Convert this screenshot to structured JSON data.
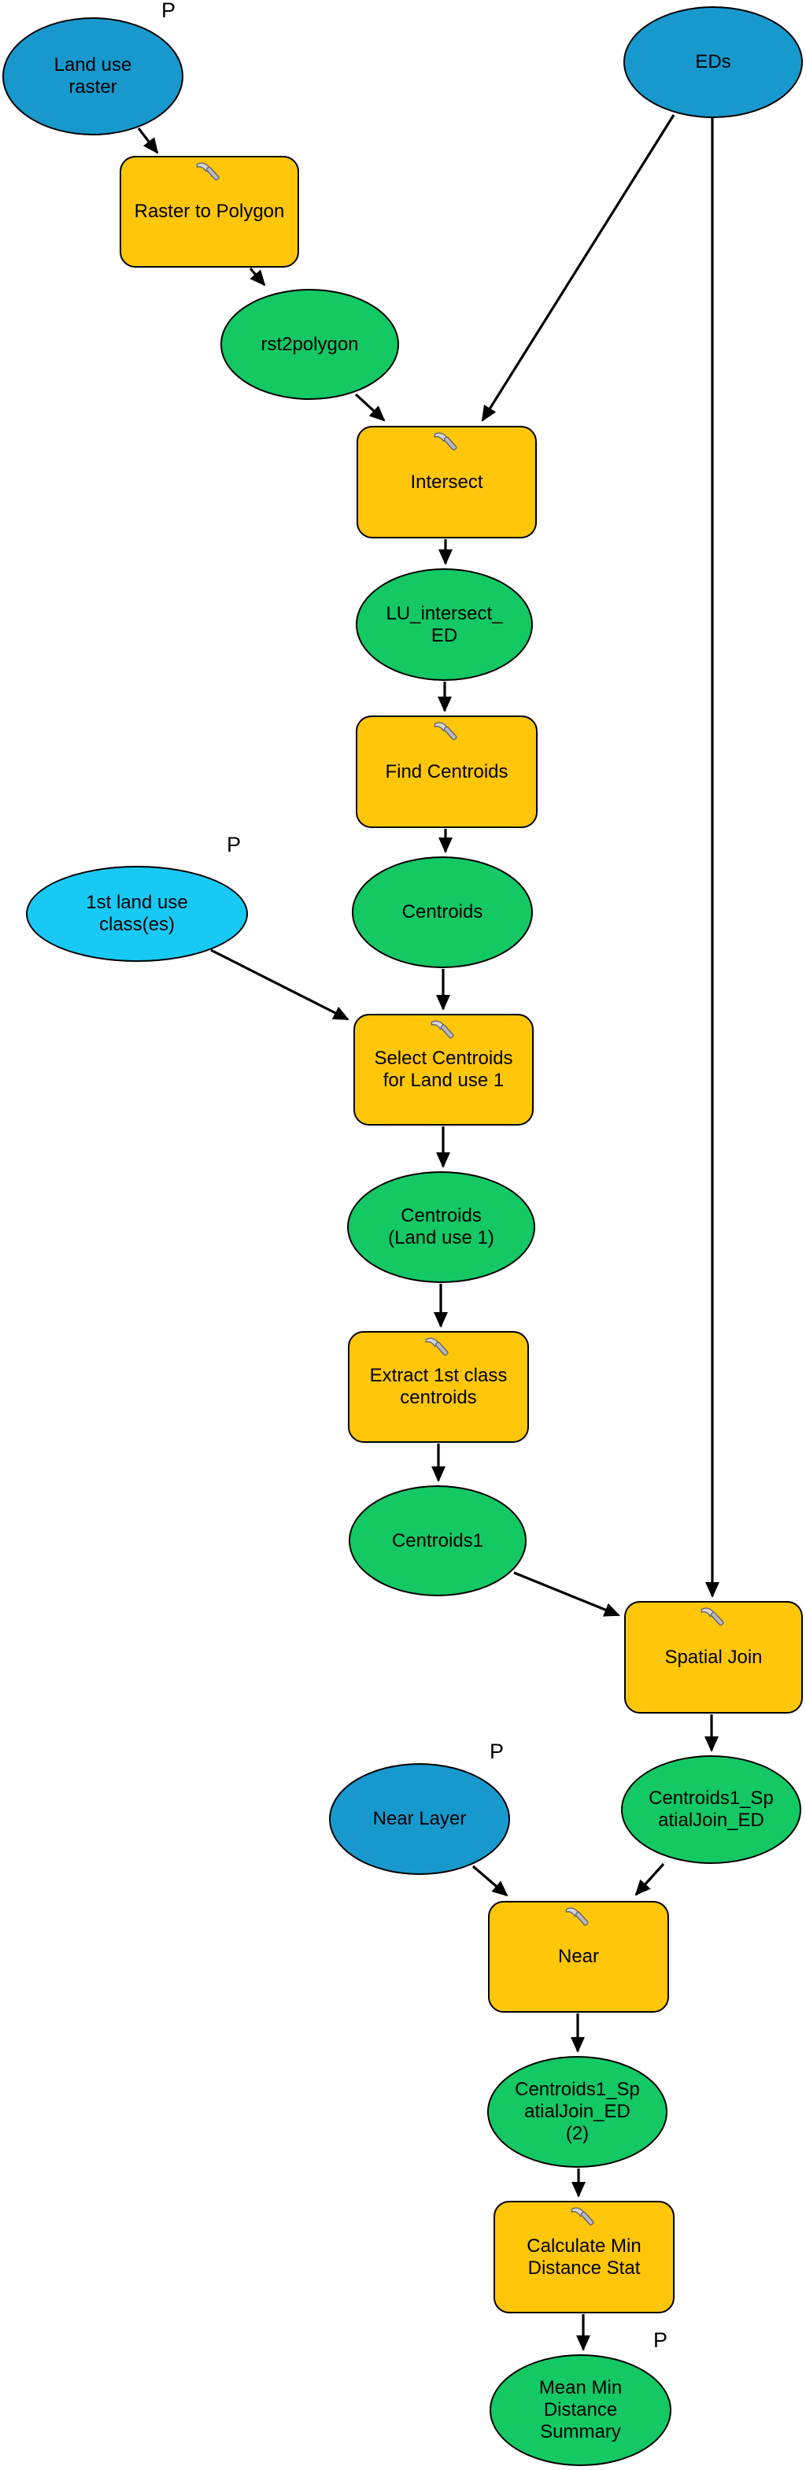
{
  "diagram": {
    "description": "ModelBuilder-style geoprocessing flowchart",
    "parameter_marker": "P",
    "colors": {
      "input_data_blue": "#1899CE",
      "input_parameter_cyan": "#18C9F5",
      "tool_yellow": "#FFC60A",
      "derived_data_green": "#14C864",
      "outline": "#000000",
      "connector": "#000000",
      "background": "#ffffff"
    },
    "nodes": [
      {
        "id": "land-use-raster",
        "label": "Land use raster",
        "kind": "input-data",
        "shape": "ellipse",
        "parameter": true
      },
      {
        "id": "eds",
        "label": "EDs",
        "kind": "input-data",
        "shape": "ellipse",
        "parameter": false
      },
      {
        "id": "raster-to-polygon",
        "label": "Raster to Polygon",
        "kind": "tool",
        "shape": "rounded-rect",
        "icon": "hammer-icon"
      },
      {
        "id": "rst2polygon",
        "label": "rst2polygon",
        "kind": "derived-data",
        "shape": "ellipse"
      },
      {
        "id": "intersect",
        "label": "Intersect",
        "kind": "tool",
        "shape": "rounded-rect",
        "icon": "hammer-icon"
      },
      {
        "id": "lu-intersect-ed",
        "label": "LU_intersect_ED",
        "kind": "derived-data",
        "shape": "ellipse"
      },
      {
        "id": "find-centroids",
        "label": "Find Centroids",
        "kind": "tool",
        "shape": "rounded-rect",
        "icon": "hammer-icon"
      },
      {
        "id": "centroids",
        "label": "Centroids",
        "kind": "derived-data",
        "shape": "ellipse"
      },
      {
        "id": "first-land-use-classes",
        "label": "1st land use class(es)",
        "kind": "input-parameter",
        "shape": "ellipse",
        "parameter": true
      },
      {
        "id": "select-centroids-for-land-use-1",
        "label": "Select Centroids for Land use 1",
        "kind": "tool",
        "shape": "rounded-rect",
        "icon": "hammer-icon"
      },
      {
        "id": "centroids-land-use-1",
        "label": "Centroids (Land use 1)",
        "kind": "derived-data",
        "shape": "ellipse"
      },
      {
        "id": "extract-1st-class-centroids",
        "label": "Extract 1st class centroids",
        "kind": "tool",
        "shape": "rounded-rect",
        "icon": "hammer-icon"
      },
      {
        "id": "centroids1",
        "label": "Centroids1",
        "kind": "derived-data",
        "shape": "ellipse"
      },
      {
        "id": "spatial-join",
        "label": "Spatial Join",
        "kind": "tool",
        "shape": "rounded-rect",
        "icon": "hammer-icon"
      },
      {
        "id": "centroids1-spatialjoin-ed",
        "label": "Centroids1_SpatialJoin_ED",
        "kind": "derived-data",
        "shape": "ellipse"
      },
      {
        "id": "near-layer",
        "label": "Near Layer",
        "kind": "input-data",
        "shape": "ellipse",
        "parameter": true
      },
      {
        "id": "near",
        "label": "Near",
        "kind": "tool",
        "shape": "rounded-rect",
        "icon": "hammer-icon"
      },
      {
        "id": "centroids1-spatialjoin-ed-2",
        "label": "Centroids1_SpatialJoin_ED (2)",
        "kind": "derived-data",
        "shape": "ellipse"
      },
      {
        "id": "calculate-min-distance-stat",
        "label": "Calculate Min Distance Stat",
        "kind": "tool",
        "shape": "rounded-rect",
        "icon": "hammer-icon"
      },
      {
        "id": "mean-min-distance-summary",
        "label": "Mean Min Distance Summary",
        "kind": "derived-data",
        "shape": "ellipse",
        "parameter": true
      }
    ],
    "edges": [
      [
        "land-use-raster",
        "raster-to-polygon"
      ],
      [
        "raster-to-polygon",
        "rst2polygon"
      ],
      [
        "rst2polygon",
        "intersect"
      ],
      [
        "eds",
        "intersect"
      ],
      [
        "eds",
        "spatial-join"
      ],
      [
        "intersect",
        "lu-intersect-ed"
      ],
      [
        "lu-intersect-ed",
        "find-centroids"
      ],
      [
        "find-centroids",
        "centroids"
      ],
      [
        "centroids",
        "select-centroids-for-land-use-1"
      ],
      [
        "first-land-use-classes",
        "select-centroids-for-land-use-1"
      ],
      [
        "select-centroids-for-land-use-1",
        "centroids-land-use-1"
      ],
      [
        "centroids-land-use-1",
        "extract-1st-class-centroids"
      ],
      [
        "extract-1st-class-centroids",
        "centroids1"
      ],
      [
        "centroids1",
        "spatial-join"
      ],
      [
        "spatial-join",
        "centroids1-spatialjoin-ed"
      ],
      [
        "centroids1-spatialjoin-ed",
        "near"
      ],
      [
        "near-layer",
        "near"
      ],
      [
        "near",
        "centroids1-spatialjoin-ed-2"
      ],
      [
        "centroids1-spatialjoin-ed-2",
        "calculate-min-distance-stat"
      ],
      [
        "calculate-min-distance-stat",
        "mean-min-distance-summary"
      ]
    ]
  }
}
